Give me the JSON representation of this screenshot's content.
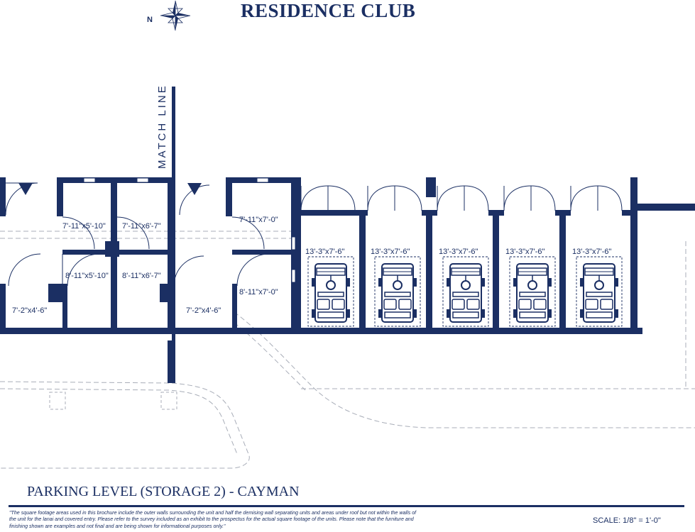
{
  "header": {
    "title": "RESIDENCE CLUB",
    "north_label": "N"
  },
  "plan": {
    "match_line_label": "MATCH LINE",
    "rooms": [
      {
        "label": "7'-11\"x5'-10\""
      },
      {
        "label": "7'-11\"x6'-7\""
      },
      {
        "label": "7'-11\"x7'-0\""
      },
      {
        "label": "8'-11\"x5'-10\""
      },
      {
        "label": "8'-11\"x6'-7\""
      },
      {
        "label": "8'-11\"x7'-0\""
      },
      {
        "label": "7'-2\"x4'-6\""
      },
      {
        "label": "7'-2\"x4'-6\""
      }
    ],
    "garages": [
      {
        "label": "13'-3\"x7'-6\""
      },
      {
        "label": "13'-3\"x7'-6\""
      },
      {
        "label": "13'-3\"x7'-6\""
      },
      {
        "label": "13'-3\"x7'-6\""
      },
      {
        "label": "13'-3\"x7'-6\""
      }
    ]
  },
  "footer": {
    "plan_title": "PARKING LEVEL (STORAGE 2) - CAYMAN",
    "disclaimer": "\"The square footage areas used in this brochure include the outer walls surrounding the unit and half the demising wall separating units and areas under roof but not within the walls of the unit for the lanai and covered entry. Please refer to the survey included as an exhibit to the prospectus for the actual square footage of the units.  Please note that the furniture and finishing shown are examples and not final and are being shown for informational purposes only.\"",
    "scale": "SCALE: 1/8\" = 1'-0\""
  },
  "colors": {
    "ink": "#1b2f63",
    "background": "#ffffff"
  }
}
